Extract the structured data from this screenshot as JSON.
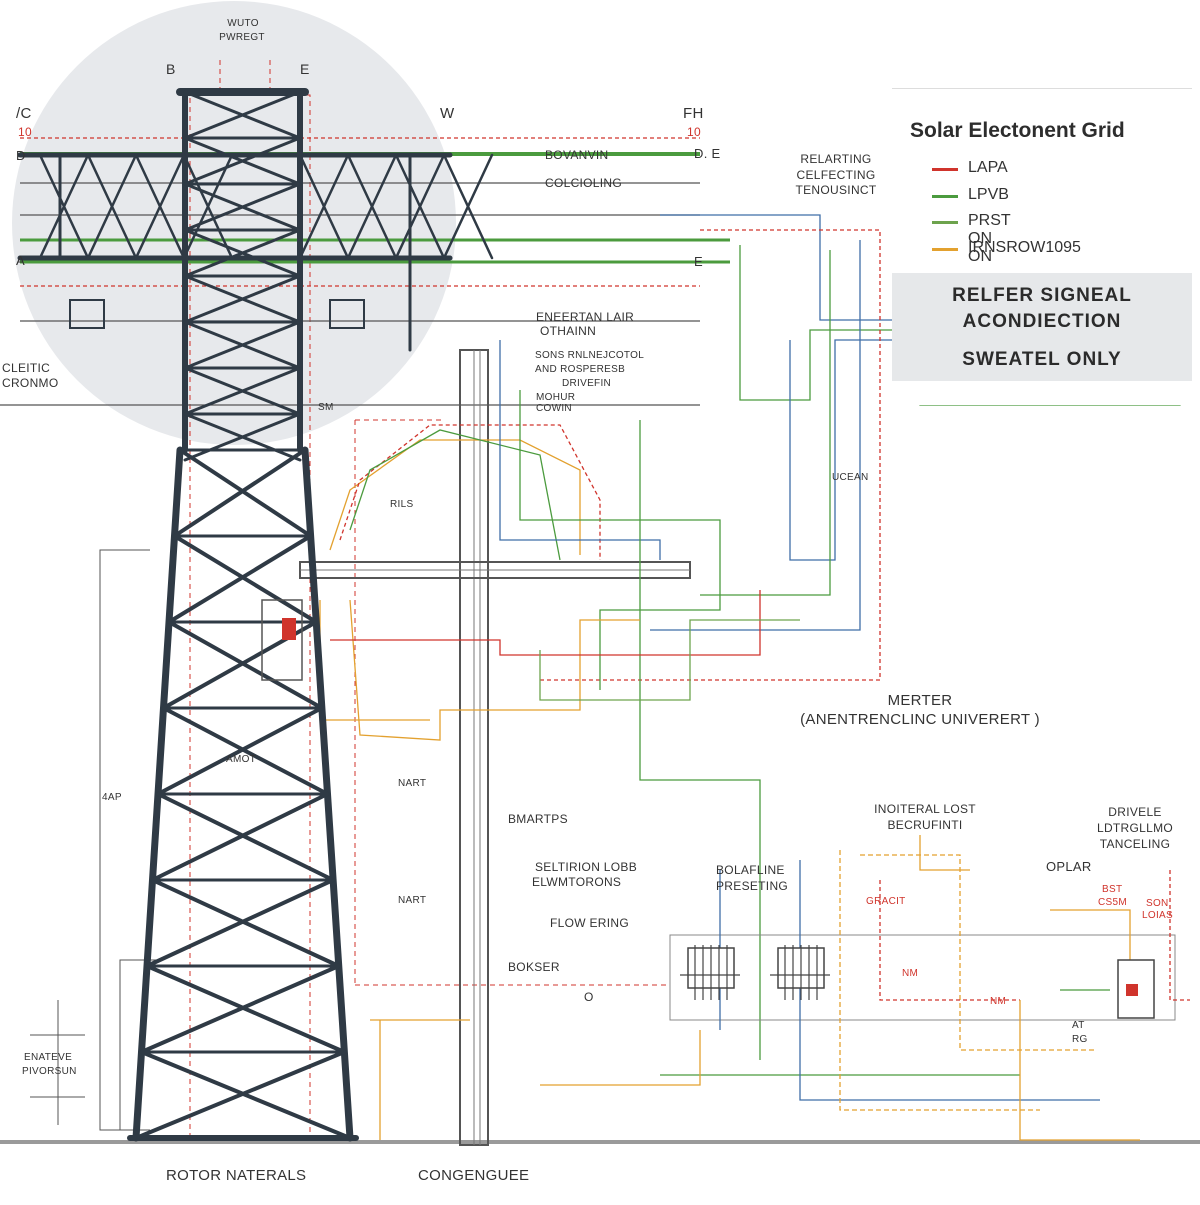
{
  "tower_top": {
    "label_top": "WUTO",
    "label_sub": "PWREGT",
    "mark_left": "B",
    "mark_right": "E"
  },
  "edge_labels": {
    "top_left": "/C",
    "top_left_num": "10",
    "left_b": "D",
    "left_a": "A",
    "w_mark": "W",
    "fh": "FH",
    "fh_num": "10",
    "de_1": "D. E",
    "de_2": "E"
  },
  "cross_labels": {
    "beam_1": "BOVANVIN",
    "beam_2": "COLCIOLING",
    "beam_3_a": "ENEERTAN LAIR",
    "beam_3_b": "OTHAINN",
    "cluster_1": "SONS RNLNEJCOTOL",
    "cluster_2": "AND ROSPERESB",
    "cluster_3": "DRIVEFIN",
    "cluster_4": "MOHUR",
    "cluster_5": "COWIN"
  },
  "right_labels": {
    "relarting_1": "RELARTING",
    "relarting_2": "CELFECTING",
    "relarting_3": "TENOUSINCT",
    "meter": "MERTER",
    "meter_sub": "(ANENTRENCLINC UNIVERERT )",
    "inoiteral_1": "INOITERAL LOST",
    "inoiteral_2": "BECRUFINTI",
    "drivele_1": "DRIVELE",
    "drivele_2": "LDTRGLLMO",
    "drivele_3": "TANCELING",
    "oplar": "OPLAR",
    "bost_1": "BST",
    "bost_2": "CS5M",
    "son_1": "SON",
    "son_2": "LOIAS",
    "gracit": "GRACIT",
    "ni_1": "NM",
    "ni_2": "NM",
    "at": "AT",
    "rg": "RG"
  },
  "mid_labels": {
    "sm": "SM",
    "rils": "RILS",
    "ucean": "UCEAN",
    "amot": "AMOT",
    "nart_1": "NART",
    "nart_2": "NART",
    "bmartps": "BMARTPS",
    "selt_1": "SELTIRION LOBB",
    "selt_2": "ELWMTORONS",
    "bola_1": "BOLAFLINE",
    "bola_2": "PRESETING",
    "flow": "FLOW ERING",
    "bokser": "BOKSER",
    "zero": "O",
    "ad_left": "4AP"
  },
  "left_labels": {
    "cleitic_1": "CLEITIC",
    "cleitic_2": "CRONMO",
    "bottom_1": "ENATEVE",
    "bottom_2": "PIVORSUN"
  },
  "footer": {
    "left": "ROTOR NATERALS",
    "center": "CONGENGUEE"
  },
  "legend": {
    "title": "Solar Electonent Grid",
    "items": [
      {
        "label": "LAPA",
        "color": "#d0342c"
      },
      {
        "label": "LPVB",
        "color": "#4b9b3e"
      },
      {
        "label": "PRST ON ON",
        "color": "#6da34d"
      },
      {
        "label": "IRNSROW1095",
        "color": "#e3a12f"
      }
    ],
    "banner_1": "RELFER SIGNEAL",
    "banner_2": "ACONDIECTION",
    "banner_3": "SWEATEL ONLY"
  },
  "colors": {
    "tower": "#2f3a45",
    "wire_red": "#d0342c",
    "wire_green": "#4b9b3e",
    "wire_blue": "#3f6ea8",
    "wire_orange": "#e3a12f",
    "wire_gray": "#555555",
    "halo": "#e7e9ec",
    "ground": "#9a9a9a"
  }
}
